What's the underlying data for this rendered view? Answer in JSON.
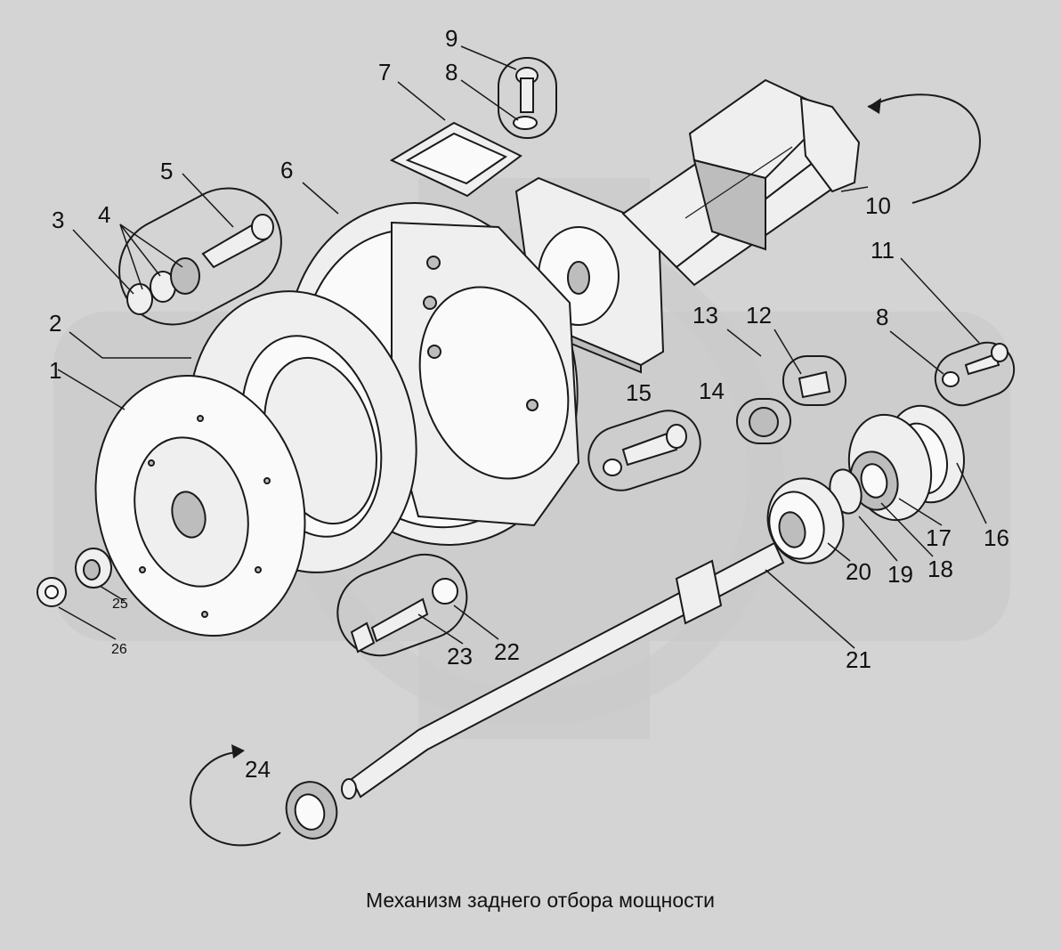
{
  "diagram": {
    "caption": "Механизм заднего отбора мощности",
    "colors": {
      "background": "#d4d4d4",
      "ink": "#1a1a1a",
      "watermark": "#c6c6c6"
    },
    "labels": {
      "l1": "1",
      "l2": "2",
      "l3": "3",
      "l4": "4",
      "l5": "5",
      "l6": "6",
      "l7": "7",
      "l8a": "8",
      "l8b": "8",
      "l9": "9",
      "l10": "10",
      "l11": "11",
      "l12": "12",
      "l13": "13",
      "l14": "14",
      "l15": "15",
      "l16": "16",
      "l17": "17",
      "l18": "18",
      "l19": "19",
      "l20": "20",
      "l21": "21",
      "l22": "22",
      "l23": "23",
      "l24": "24",
      "l25": "25",
      "l26": "26"
    }
  }
}
